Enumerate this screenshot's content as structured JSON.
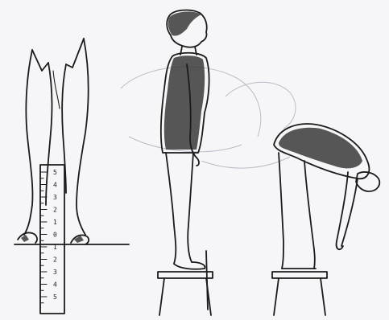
{
  "ruler": {
    "labels": [
      "5",
      "4",
      "3",
      "2",
      "1",
      "0",
      "1",
      "2",
      "3",
      "4",
      "5"
    ]
  }
}
